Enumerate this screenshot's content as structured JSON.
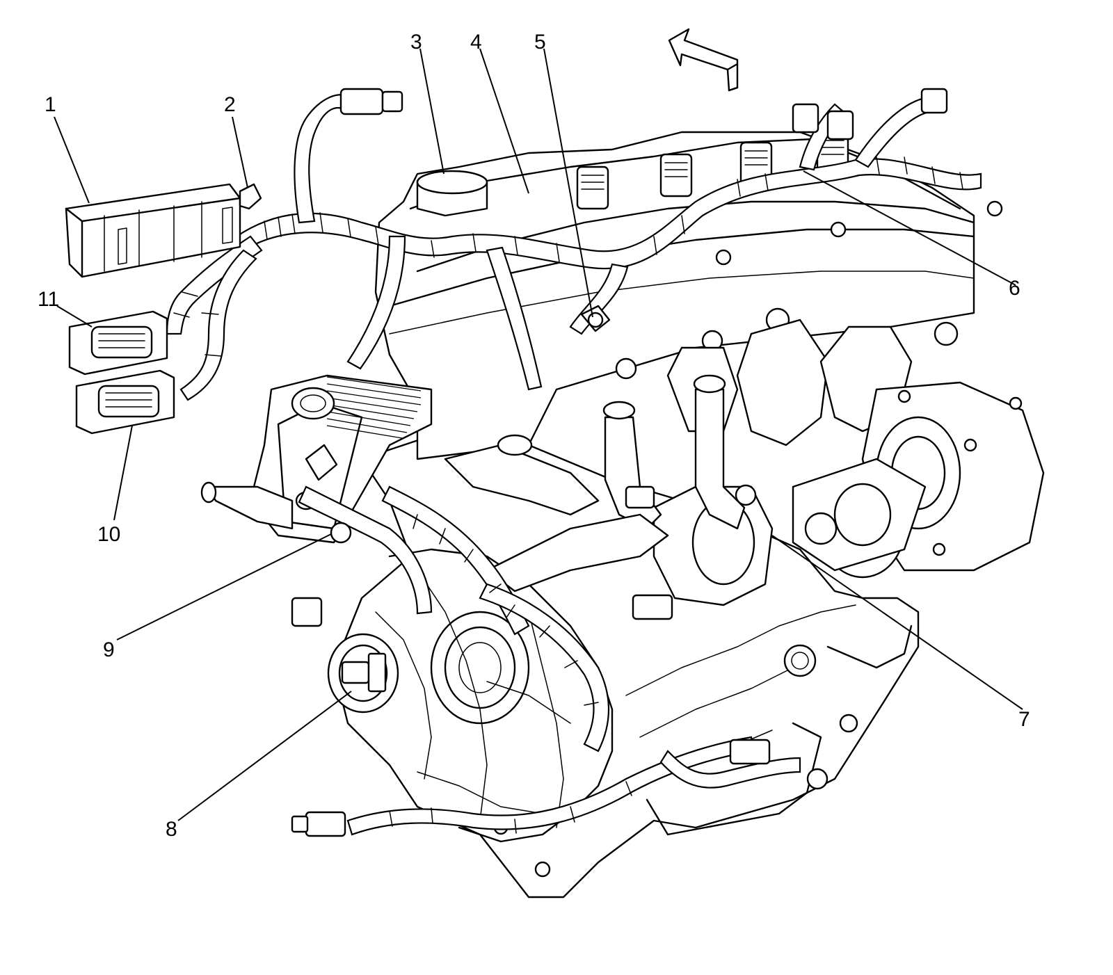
{
  "diagram": {
    "callouts": [
      {
        "id": "1",
        "label": "1"
      },
      {
        "id": "2",
        "label": "2"
      },
      {
        "id": "3",
        "label": "3"
      },
      {
        "id": "4",
        "label": "4"
      },
      {
        "id": "5",
        "label": "5"
      },
      {
        "id": "6",
        "label": "6"
      },
      {
        "id": "7",
        "label": "7"
      },
      {
        "id": "8",
        "label": "8"
      },
      {
        "id": "9",
        "label": "9"
      },
      {
        "id": "10",
        "label": "10"
      },
      {
        "id": "11",
        "label": "11"
      }
    ],
    "icons": {
      "direction_arrow": "front-direction-arrow-icon"
    }
  }
}
